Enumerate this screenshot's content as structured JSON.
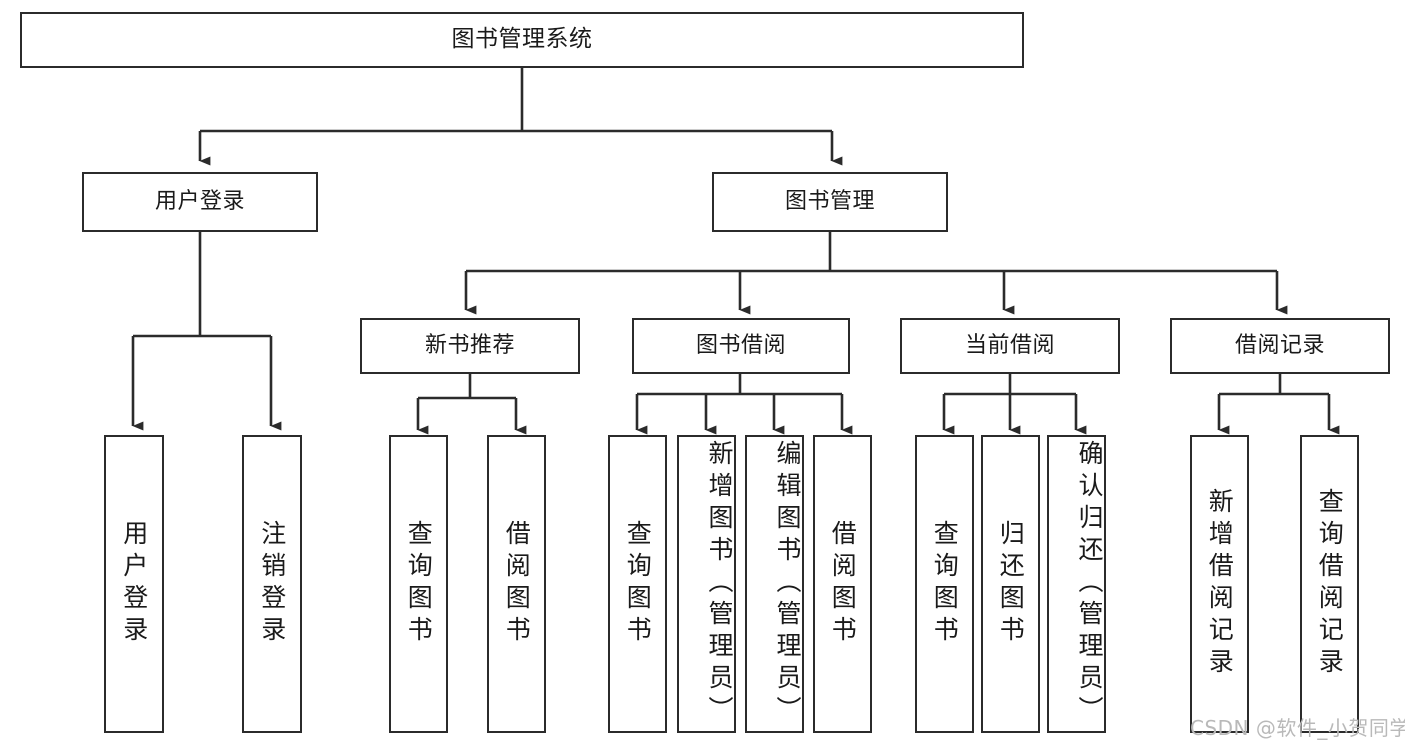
{
  "diagram": {
    "title": "图书管理系统",
    "type": "tree-structure-chart",
    "stroke_color": "#2b2b2b",
    "fill_color": "#ffffff",
    "text_color": "#1a1a1a",
    "watermark": "CSDN @软件_小贺同学",
    "watermark_color": "#b9b9b9",
    "levels": {
      "root": {
        "label": "图书管理系统"
      },
      "level2": [
        {
          "id": "user-login",
          "label": "用户登录"
        },
        {
          "id": "book-manage",
          "label": "图书管理"
        }
      ],
      "level3": [
        {
          "id": "new-book-recommend",
          "label": "新书推荐",
          "parent": "book-manage"
        },
        {
          "id": "book-borrow",
          "label": "图书借阅",
          "parent": "book-manage"
        },
        {
          "id": "current-borrow",
          "label": "当前借阅",
          "parent": "book-manage"
        },
        {
          "id": "borrow-record",
          "label": "借阅记录",
          "parent": "book-manage"
        }
      ],
      "level4": [
        {
          "id": "leaf-user-login",
          "label": "用户登录",
          "parent": "user-login"
        },
        {
          "id": "leaf-user-logout",
          "label": "注销登录",
          "parent": "user-login"
        },
        {
          "id": "leaf-query-book-1",
          "label": "查询图书",
          "parent": "new-book-recommend"
        },
        {
          "id": "leaf-borrow-book-1",
          "label": "借阅图书",
          "parent": "new-book-recommend"
        },
        {
          "id": "leaf-query-book-2",
          "label": "查询图书",
          "parent": "book-borrow"
        },
        {
          "id": "leaf-add-book",
          "label": "新增图书（管理员）",
          "parent": "book-borrow"
        },
        {
          "id": "leaf-edit-book",
          "label": "编辑图书（管理员）",
          "parent": "book-borrow"
        },
        {
          "id": "leaf-borrow-book-2",
          "label": "借阅图书",
          "parent": "book-borrow"
        },
        {
          "id": "leaf-query-book-3",
          "label": "查询图书",
          "parent": "current-borrow"
        },
        {
          "id": "leaf-return-book",
          "label": "归还图书",
          "parent": "current-borrow"
        },
        {
          "id": "leaf-confirm-return",
          "label": "确认归还（管理员）",
          "parent": "current-borrow"
        },
        {
          "id": "leaf-add-record",
          "label": "新增借阅记录",
          "parent": "borrow-record"
        },
        {
          "id": "leaf-query-record",
          "label": "查询借阅记录",
          "parent": "borrow-record"
        }
      ]
    }
  }
}
